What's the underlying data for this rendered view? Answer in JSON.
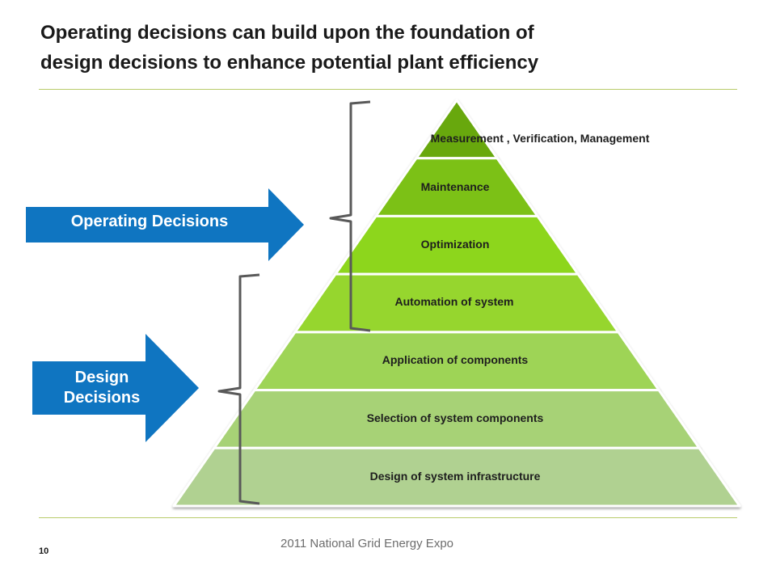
{
  "title": {
    "line1": "Operating decisions can build upon the foundation of",
    "line2": "design decisions to enhance potential plant efficiency"
  },
  "colors": {
    "arrow": "#0f75c1",
    "bracket": "#595959",
    "rule": "#b8cc6a"
  },
  "pyramid": {
    "tiers": [
      {
        "label": "Measurement , Verification, Management",
        "color": "#67a80e"
      },
      {
        "label": "Maintenance",
        "color": "#7bc114"
      },
      {
        "label": "Optimization",
        "color": "#8dd61b"
      },
      {
        "label": "Automation of system",
        "color": "#96d62e"
      },
      {
        "label": "Application of components",
        "color": "#9ed457"
      },
      {
        "label": "Selection of system components",
        "color": "#a7d276"
      },
      {
        "label": "Design of system infrastructure",
        "color": "#b0d191"
      }
    ]
  },
  "arrows": {
    "operating": "Operating Decisions",
    "design_line1": "Design",
    "design_line2": "Decisions"
  },
  "footer": "2011 National Grid Energy Expo",
  "page_number": "10"
}
